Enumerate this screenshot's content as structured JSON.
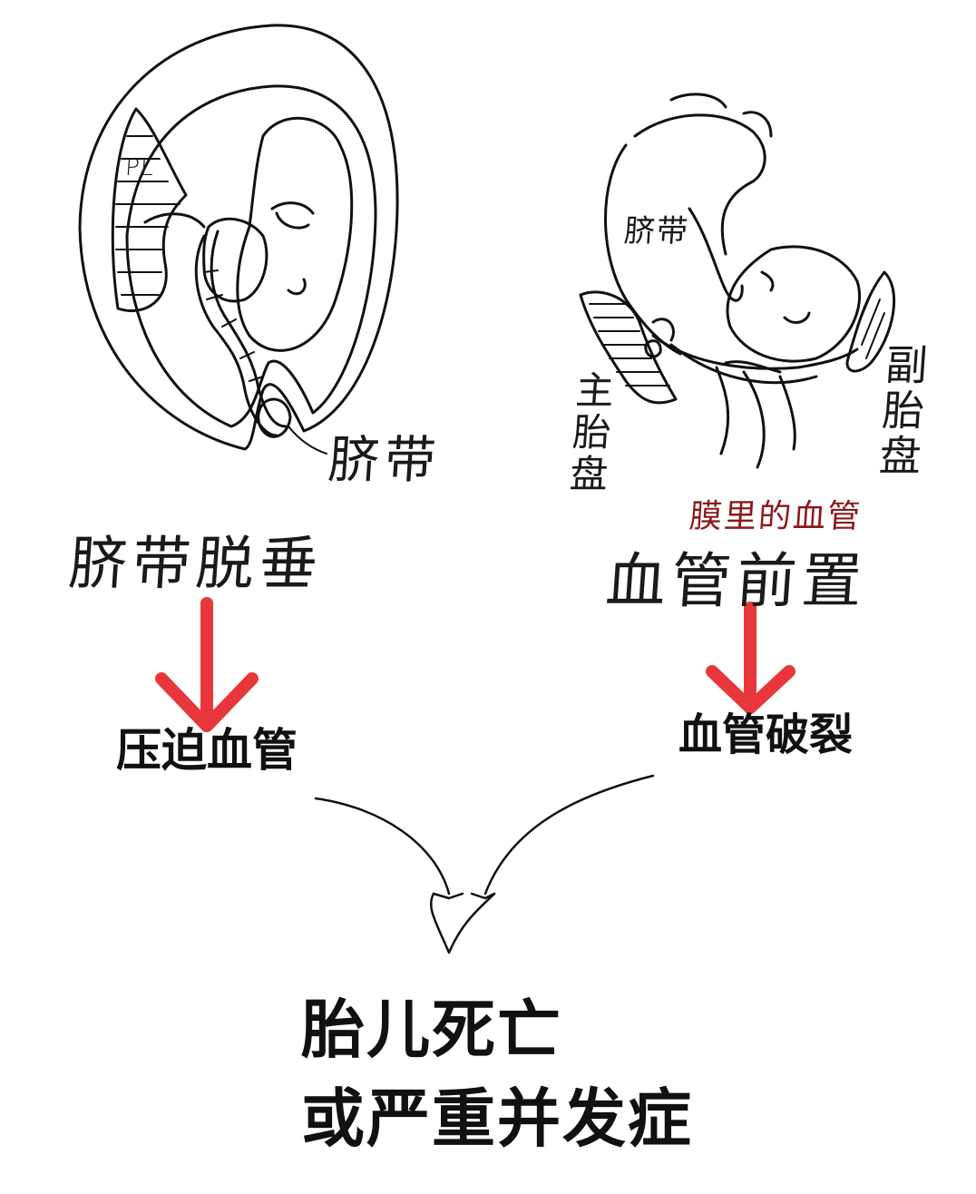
{
  "colors": {
    "ink": "#111111",
    "arrow": "#e8373a",
    "annotation": "#8b1a1a"
  },
  "left_panel": {
    "placenta_mark": "PL",
    "cord_callout": "脐带",
    "caption": "脐带脱垂",
    "result": "压迫血管"
  },
  "right_panel": {
    "cord_label": "脐带",
    "main_placenta": "主胎盘",
    "accessory_placenta": "副胎盘",
    "annotation": "膜里的血管",
    "caption": "血管前置",
    "result": "血管破裂"
  },
  "outcome": {
    "line1": "胎儿死亡",
    "line2": "或严重并发症"
  }
}
